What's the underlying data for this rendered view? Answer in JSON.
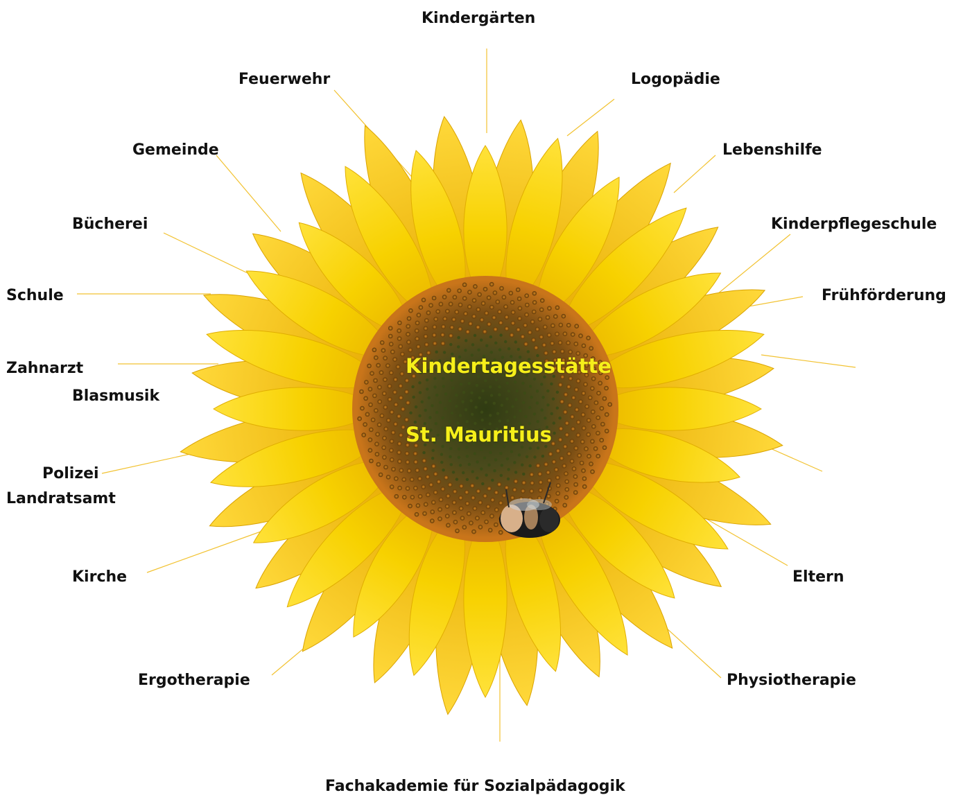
{
  "center": {
    "line1": "Kindertagesstätte",
    "line2": "St. Mauritius"
  },
  "partners": {
    "kindergaerten": "Kindergärten",
    "feuerwehr": "Feuerwehr",
    "logopaedie": "Logopädie",
    "gemeinde": "Gemeinde",
    "lebenshilfe": "Lebenshilfe",
    "buecherei": "Bücherei",
    "kinderpflegeschule": "Kinderpflegeschule",
    "schule": "Schule",
    "fruehfoerderung": "Frühförderung",
    "zahnarzt": "Zahnarzt",
    "blasmusik": "Blasmusik",
    "polizei": "Polizei",
    "landratsamt": "Landratsamt",
    "kirche": "Kirche",
    "eltern": "Eltern",
    "ergotherapie": "Ergotherapie",
    "physiotherapie": "Physiotherapie",
    "fachakademie": "Fachakademie für Sozialpädagogik"
  },
  "colors": {
    "petal": "#f7d100",
    "petal_dark": "#e3a800",
    "seed_outer": "#c9751a",
    "seed_inner": "#4a4a1c",
    "connector": "#f2c230",
    "center_text": "#f6ef1a",
    "label_text": "#111111"
  }
}
